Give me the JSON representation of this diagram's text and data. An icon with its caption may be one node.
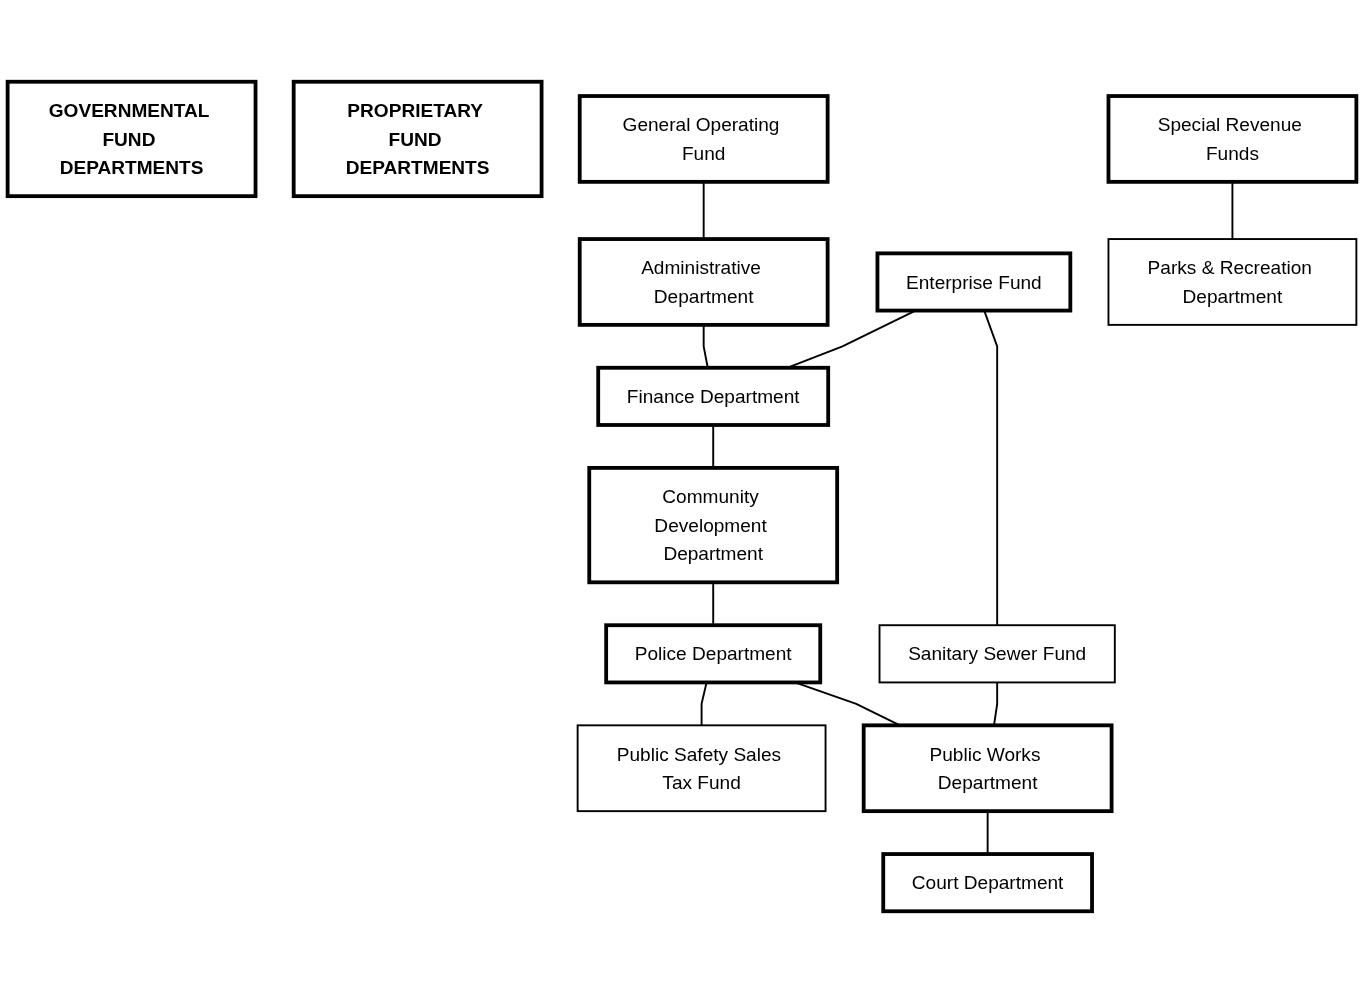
{
  "diagram": {
    "nodes": [
      {
        "text": [
          "GOVERNMENTAL FUND DEPARTMENTS"
        ]
      },
      {
        "text": [
          "PROPRIETARY FUND DEPARTMENTS"
        ]
      },
      {
        "text": [
          "General Operating Fund"
        ]
      },
      {
        "text": [
          "Special Revenue Funds"
        ]
      },
      {
        "text": [
          "Enterprise Fund"
        ]
      },
      {
        "text": [
          "Administrative Department"
        ]
      },
      {
        "text": [
          "Parks & Recreation Department"
        ]
      },
      {
        "text": [
          "Finance Department"
        ]
      },
      {
        "text": [
          "Community Development Department"
        ]
      },
      {
        "text": [
          "Public Safety Sales Tax Fund"
        ]
      },
      {
        "text": [
          "Police Department"
        ]
      },
      {
        "text": [
          "Sanitary Sewer Fund"
        ]
      },
      {
        "text": [
          "Public Works Department"
        ]
      },
      {
        "text": [
          "Court Department"
        ]
      }
    ],
    "edges": [
      {
        "from": 2,
        "to": 5,
        "arrow": "none"
      },
      {
        "from": 5,
        "to": 7,
        "arrow": "none"
      },
      {
        "from": 7,
        "to": 8,
        "arrow": "none"
      },
      {
        "from": 8,
        "to": 10,
        "arrow": "none"
      },
      {
        "from": 10,
        "to": 12,
        "arrow": "none"
      },
      {
        "from": 12,
        "to": 13,
        "arrow": "none"
      },
      {
        "from": 3,
        "to": 6,
        "arrow": "none"
      },
      {
        "from": 4,
        "to": 7,
        "arrow": "none"
      },
      {
        "from": 10,
        "to": 9,
        "arrow": "none"
      },
      {
        "from": 4,
        "to": 11,
        "arrow": "none"
      },
      {
        "from": 11,
        "to": 12,
        "arrow": "none"
      }
    ]
  }
}
